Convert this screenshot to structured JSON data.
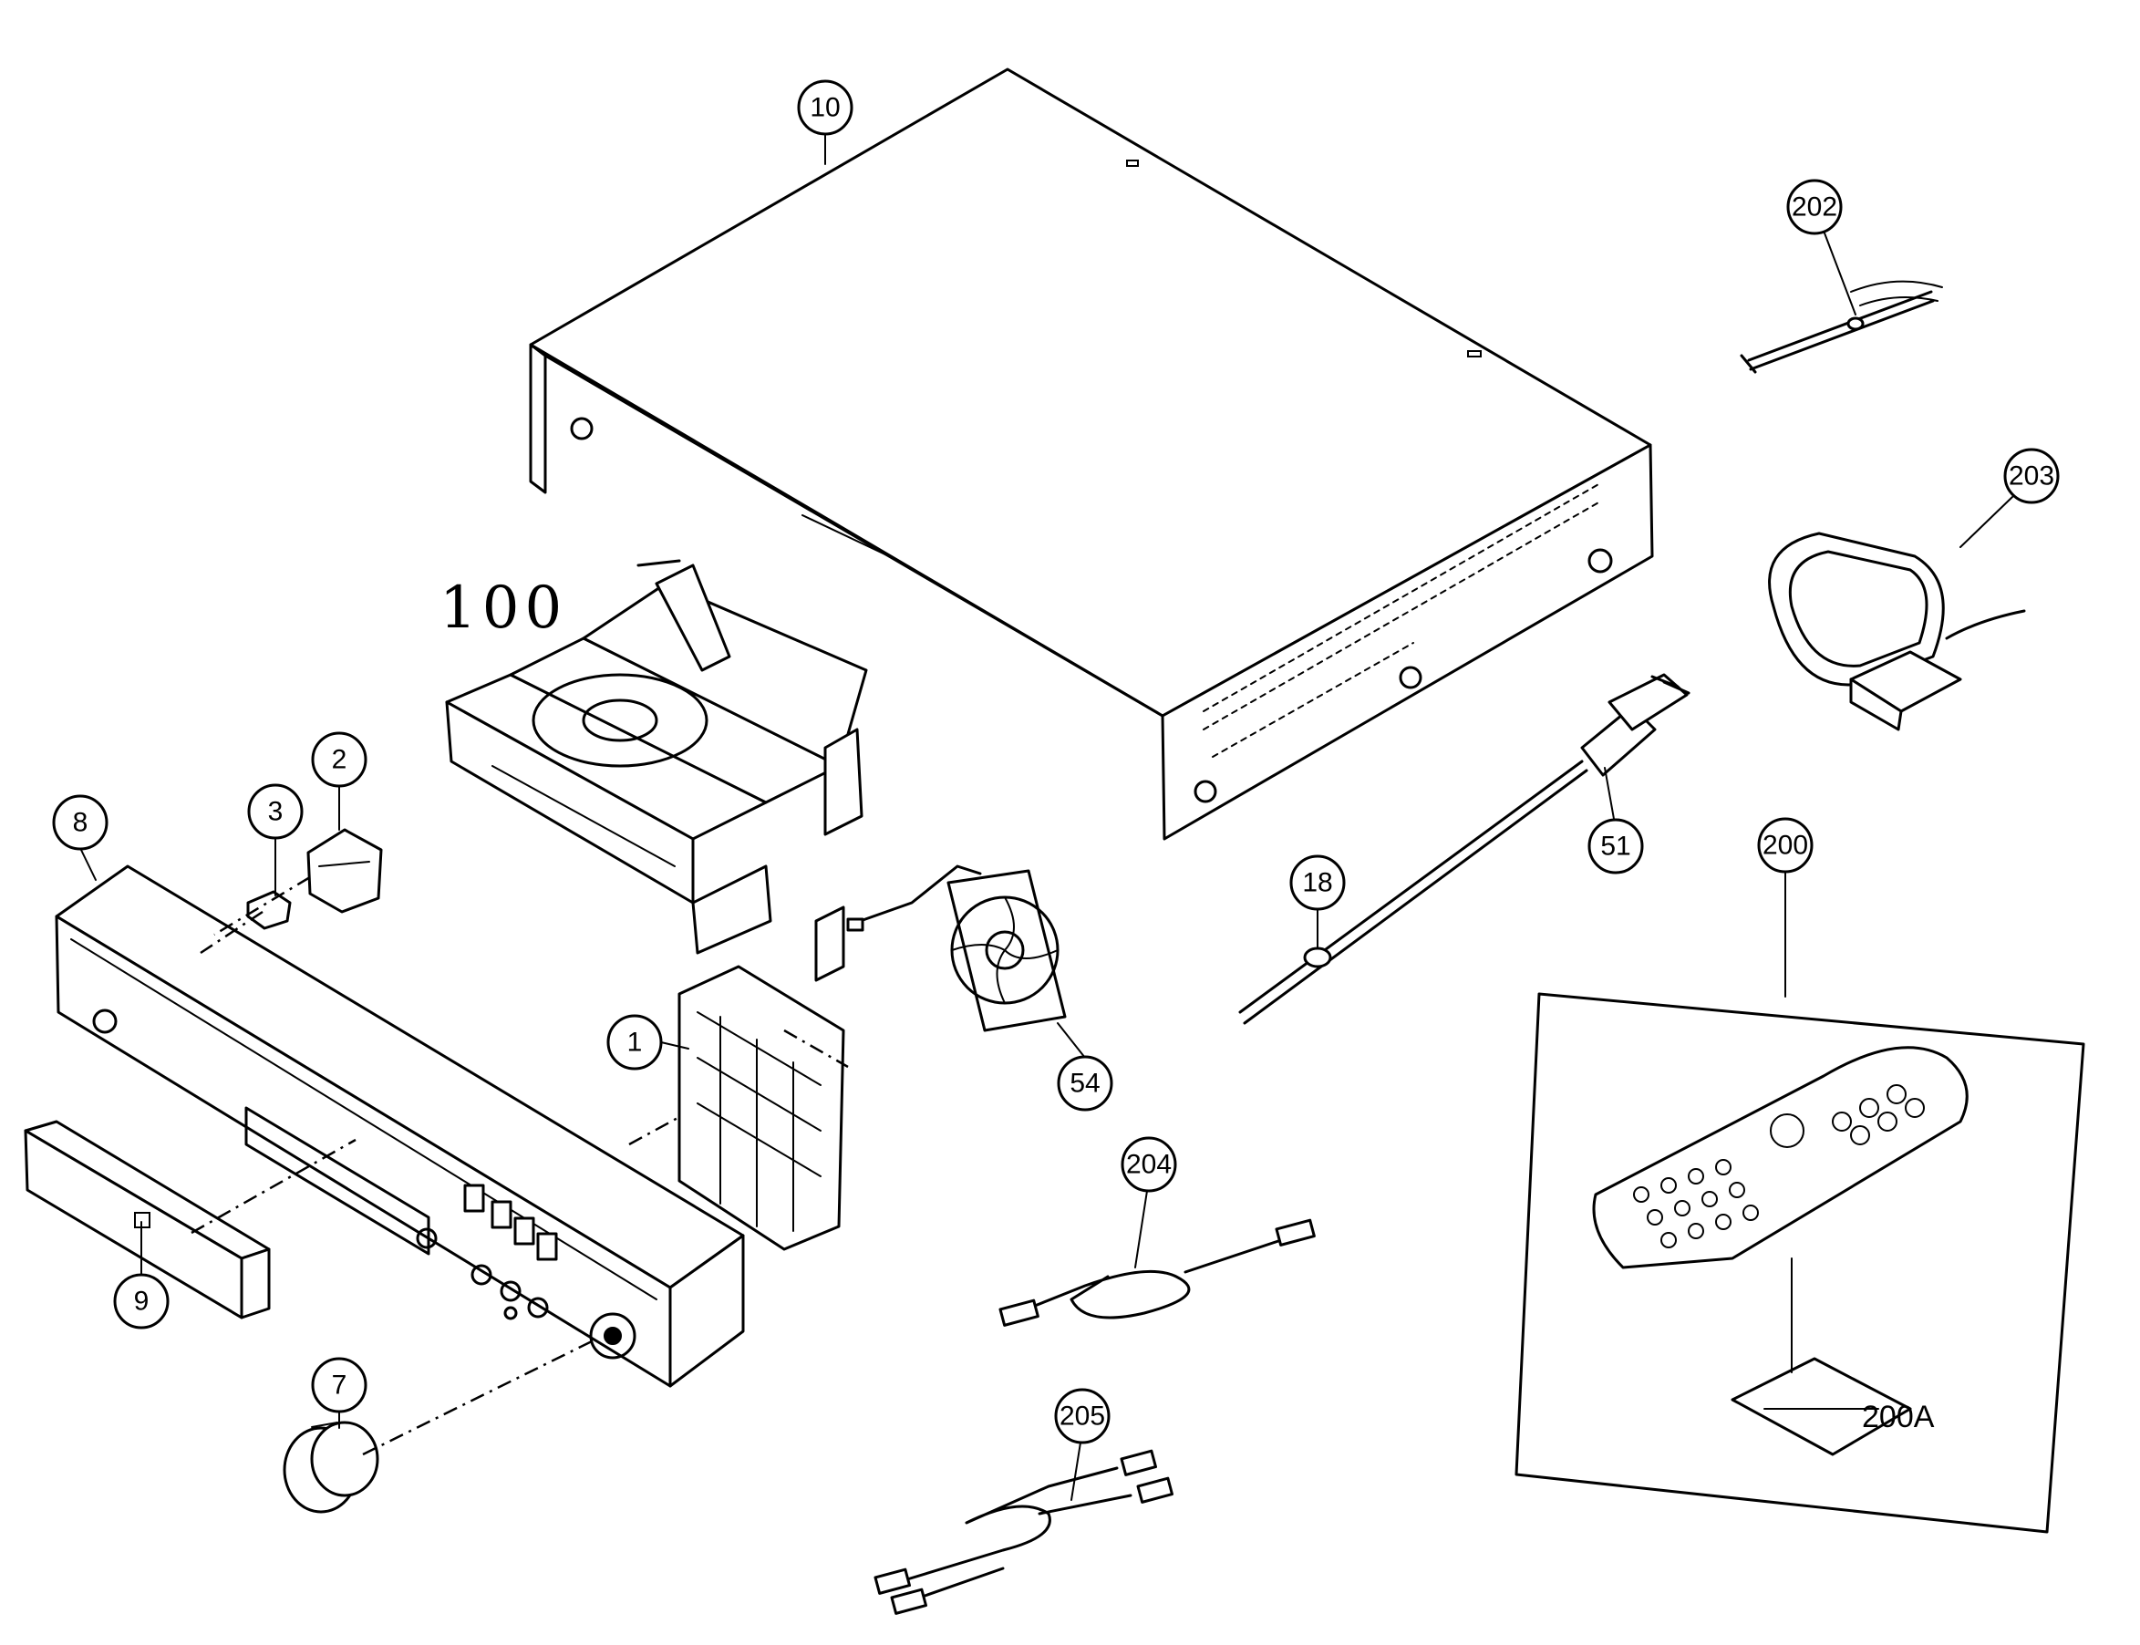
{
  "callouts": {
    "c10": "10",
    "c202": "202",
    "c203": "203",
    "c2": "2",
    "c3": "3",
    "c8": "8",
    "c1": "1",
    "c54": "54",
    "c18": "18",
    "c51": "51",
    "c200": "200",
    "c204": "204",
    "c205": "205",
    "c9": "9",
    "c7": "7"
  },
  "handwritten_label": "100",
  "inset_label": "200A"
}
